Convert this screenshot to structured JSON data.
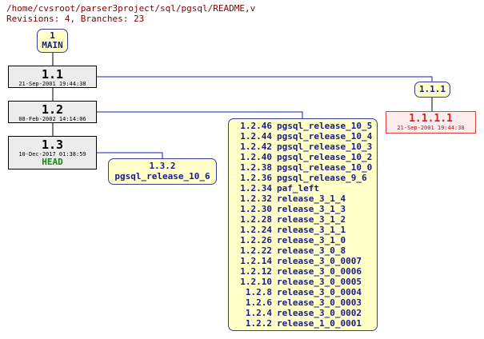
{
  "header": {
    "path": "/home/cvsroot/parser3project/sql/pgsql/README,v",
    "stats": "Revisions: 4, Branches: 23"
  },
  "main": {
    "rev": "1",
    "name": "MAIN"
  },
  "revisions": [
    {
      "rev": "1.1",
      "date": "21-Sep-2001 19:44:38"
    },
    {
      "rev": "1.2",
      "date": "08-Feb-2002 14:14:06"
    },
    {
      "rev": "1.3",
      "date": "10-Dec-2017 01:38:59",
      "tag": "HEAD"
    }
  ],
  "branches": [
    {
      "rev": "1.1.1",
      "sub": {
        "rev": "1.1.1.1",
        "date": "21-Sep-2001 19:44:38"
      }
    },
    {
      "rev": "1.3.2",
      "name": "pgsql_release_10_6"
    }
  ],
  "tags": [
    {
      "rev": "1.2.46",
      "name": "pgsql_release_10_5"
    },
    {
      "rev": "1.2.44",
      "name": "pgsql_release_10_4"
    },
    {
      "rev": "1.2.42",
      "name": "pgsql_release_10_3"
    },
    {
      "rev": "1.2.40",
      "name": "pgsql_release_10_2"
    },
    {
      "rev": "1.2.38",
      "name": "pgsql_release_10_0"
    },
    {
      "rev": "1.2.36",
      "name": "pgsql_release_9_6"
    },
    {
      "rev": "1.2.34",
      "name": "paf_left"
    },
    {
      "rev": "1.2.32",
      "name": "release_3_1_4"
    },
    {
      "rev": "1.2.30",
      "name": "release_3_1_3"
    },
    {
      "rev": "1.2.28",
      "name": "release_3_1_2"
    },
    {
      "rev": "1.2.24",
      "name": "release_3_1_1"
    },
    {
      "rev": "1.2.26",
      "name": "release_3_1_0"
    },
    {
      "rev": "1.2.22",
      "name": "release_3_0_8"
    },
    {
      "rev": "1.2.14",
      "name": "release_3_0_0007"
    },
    {
      "rev": "1.2.12",
      "name": "release_3_0_0006"
    },
    {
      "rev": "1.2.10",
      "name": "release_3_0_0005"
    },
    {
      "rev": "1.2.8",
      "name": "release_3_0_0004"
    },
    {
      "rev": "1.2.6",
      "name": "release_3_0_0003"
    },
    {
      "rev": "1.2.4",
      "name": "release_3_0_0002"
    },
    {
      "rev": "1.2.2",
      "name": "release_1_0_0001"
    }
  ]
}
